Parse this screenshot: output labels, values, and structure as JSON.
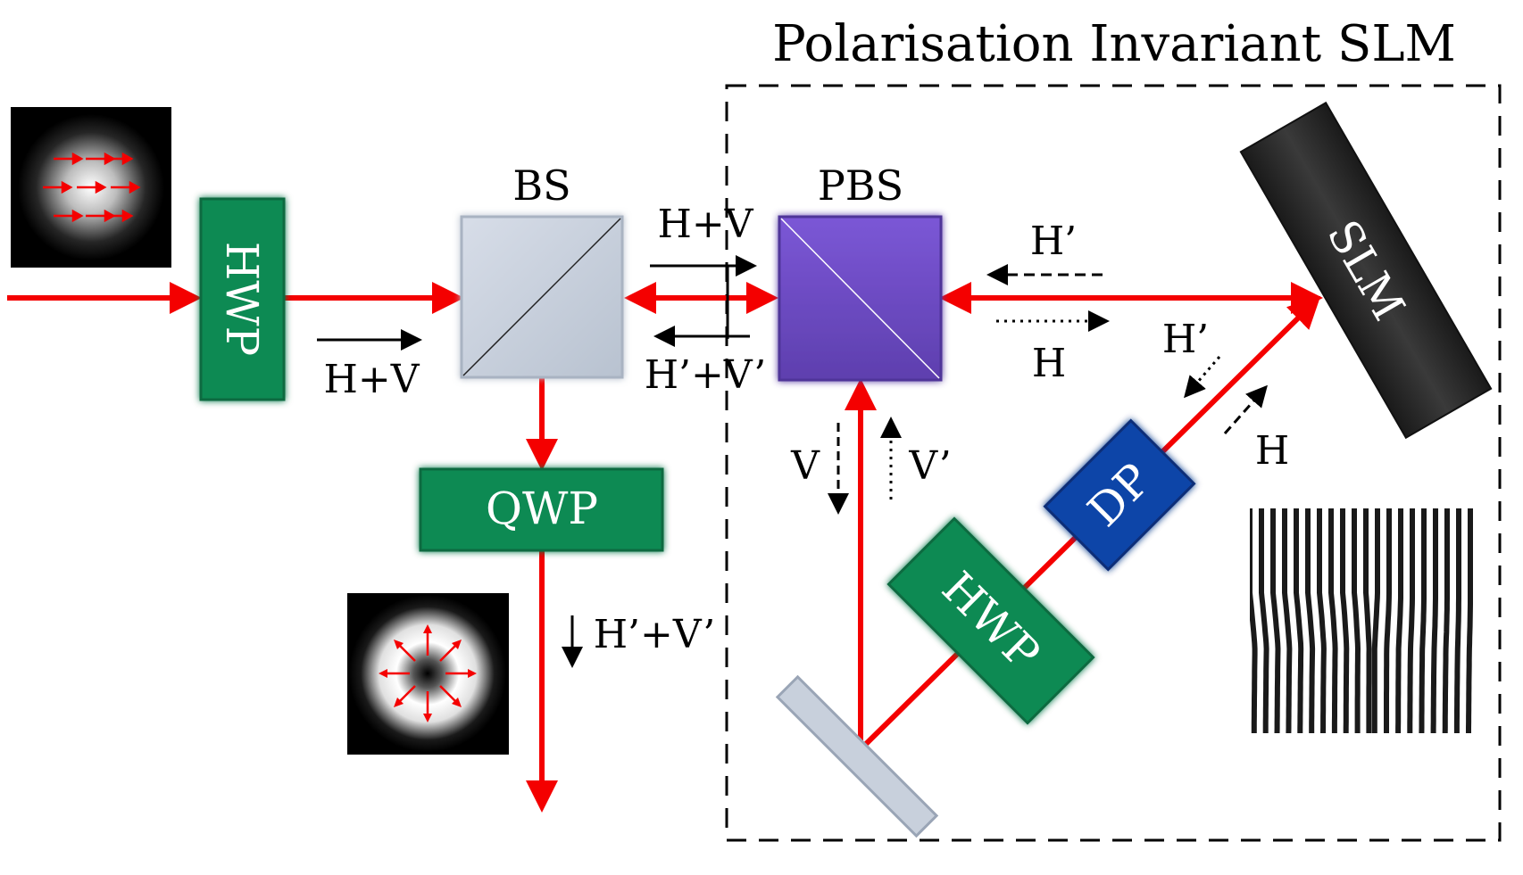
{
  "title": "Polarisation Invariant SLM",
  "components": {
    "hwp_input": "HWP",
    "bs": "BS",
    "qwp": "QWP",
    "pbs": "PBS",
    "slm": "SLM",
    "dp": "DP",
    "hwp_inner": "HWP"
  },
  "labels": {
    "in_pol": "H+V",
    "bs_to_pbs": "H+V",
    "pbs_to_bs": "H’+V’",
    "slm_return": "H’",
    "pbs_to_slm": "H",
    "dp_return": "H’",
    "dp_forward": "H",
    "v_down": "V",
    "v_up": "V’",
    "output": "H’+V’"
  },
  "colors": {
    "beam": "#f40000",
    "green": "#0f8a52",
    "bs_grey": "#c8d0dc",
    "pbs_purple": "#6f4bc8",
    "dp_blue": "#1144a8",
    "slm_black": "#222222"
  }
}
